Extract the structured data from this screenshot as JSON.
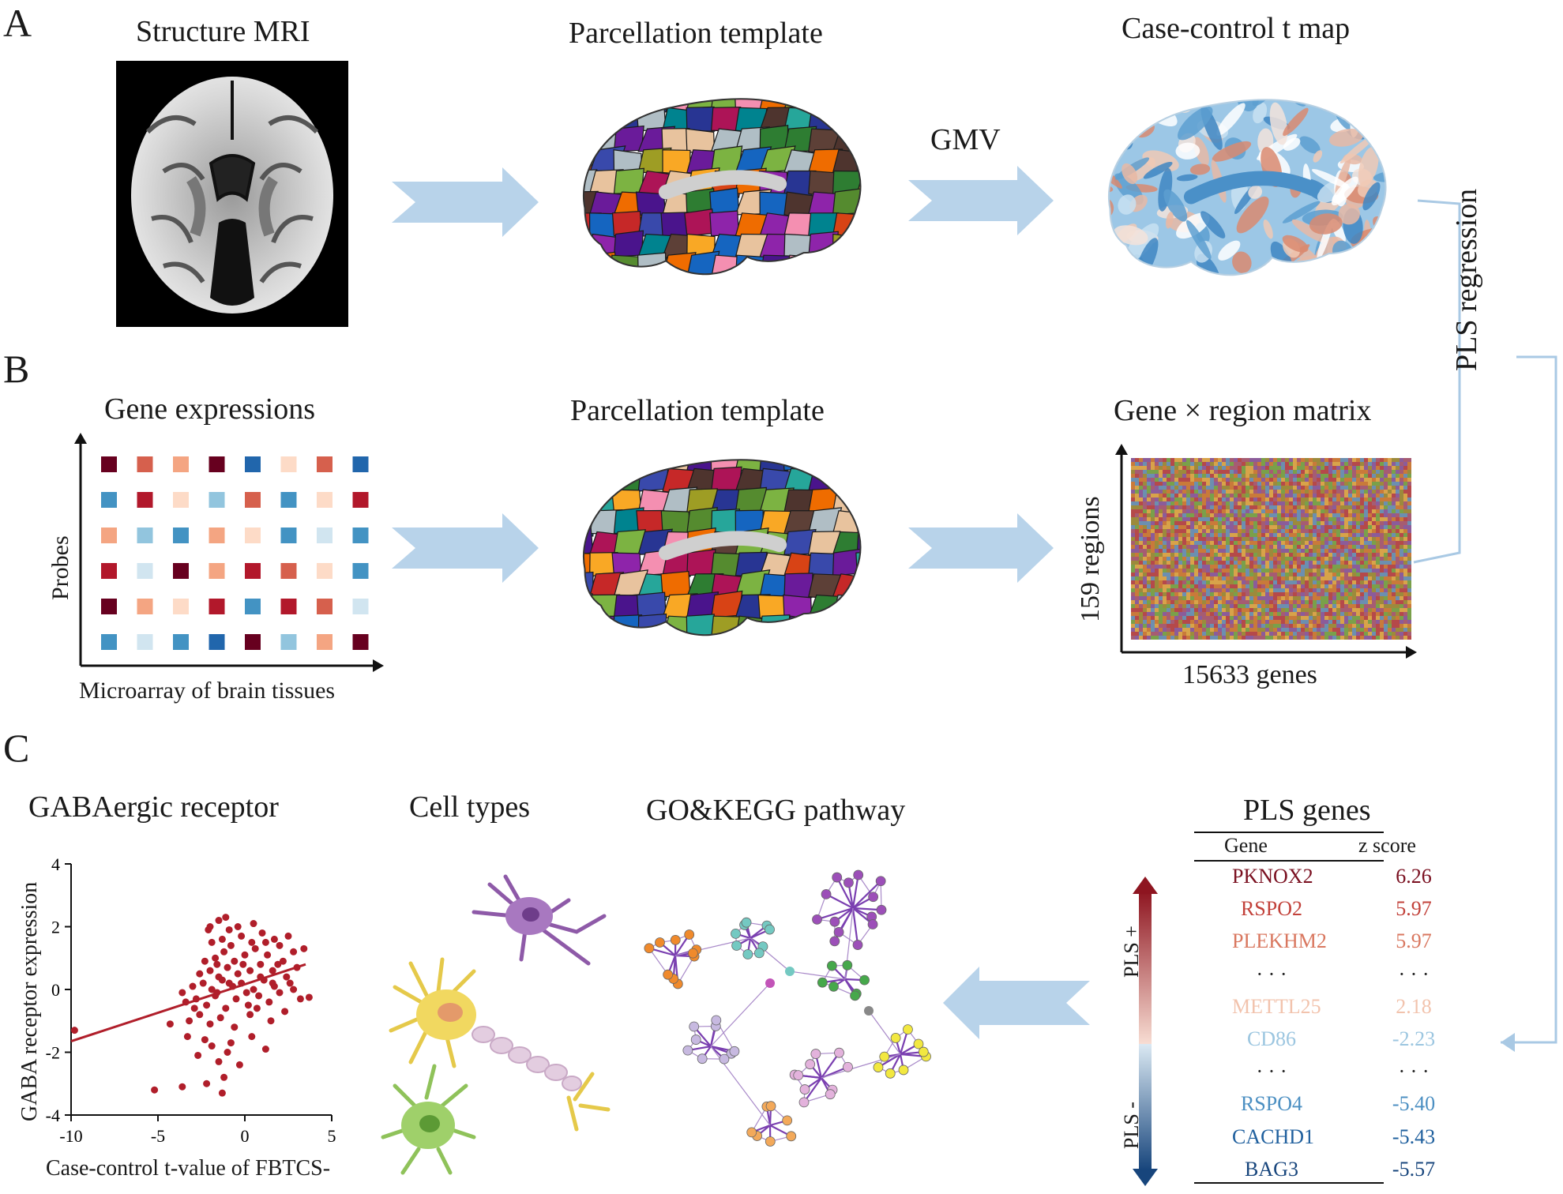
{
  "panels": {
    "a": "A",
    "b": "B",
    "c": "C"
  },
  "row_a": {
    "mri_title": "Structure MRI",
    "template_title": "Parcellation template",
    "arrow_label": "GMV",
    "tmap_title": "Case-control t map"
  },
  "row_b": {
    "gene_title": "Gene expressions",
    "gene_ylabel": "Probes",
    "gene_xlabel": "Microarray of brain tissues",
    "template_title": "Parcellation template",
    "matrix_title": "Gene × region matrix",
    "matrix_ylabel": "159 regions",
    "matrix_xlabel": "15633 genes"
  },
  "side_label": "PLS regression",
  "row_c": {
    "gaba_title": "GABAergic receptor",
    "cell_title": "Cell types",
    "go_title": "GO&KEGG pathway",
    "pls_title": "PLS genes"
  },
  "colors": {
    "arrow": "#b8d3ea",
    "dark_red": "#6b0f1a",
    "red": "#b2182b",
    "salmon": "#d6604d",
    "peach": "#f4a582",
    "pale_red": "#fddbc7",
    "pale_blue": "#d1e5f0",
    "light_blue": "#92c5de",
    "blue": "#4393c3",
    "dark_blue": "#2166ac",
    "navy": "#053061"
  },
  "gene_grid": [
    [
      "navy-ish-0",
      "#67001f",
      "#d6604d",
      "#f4a582",
      "#67001f",
      "#2166ac",
      "#fddbc7",
      "#d6604d",
      "#2166ac"
    ],
    [
      "row1",
      "#4393c3",
      "#b2182b",
      "#fddbc7",
      "#92c5de",
      "#d6604d",
      "#4393c3",
      "#fddbc7",
      "#b2182b"
    ],
    [
      "row2",
      "#f4a582",
      "#92c5de",
      "#4393c3",
      "#f4a582",
      "#fddbc7",
      "#4393c3",
      "#d1e5f0",
      "#4393c3"
    ],
    [
      "row3",
      "#b2182b",
      "#d1e5f0",
      "#67001f",
      "#f4a582",
      "#b2182b",
      "#d6604d",
      "#fddbc7",
      "#4393c3"
    ],
    [
      "row4",
      "#67001f",
      "#f4a582",
      "#fddbc7",
      "#b2182b",
      "#4393c3",
      "#b2182b",
      "#d6604d",
      "#d1e5f0"
    ],
    [
      "row5",
      "#4393c3",
      "#d1e5f0",
      "#4393c3",
      "#2166ac",
      "#67001f",
      "#92c5de",
      "#f4a582",
      "#67001f"
    ]
  ],
  "pls_table": {
    "col_gene": "Gene",
    "col_z": "z score",
    "pos_label": "PLS +",
    "neg_label": "PLS -",
    "rows": [
      {
        "gene": "PKNOX2",
        "z": "6.26",
        "color": "#7a1020"
      },
      {
        "gene": "RSPO2",
        "z": "5.97",
        "color": "#c2413a"
      },
      {
        "gene": "PLEKHM2",
        "z": "5.97",
        "color": "#d9775f"
      },
      {
        "gene": "· · ·",
        "z": "· · ·",
        "color": "#222222"
      },
      {
        "gene": "METTL25",
        "z": "2.18",
        "color": "#f2c3ad"
      },
      {
        "gene": "CD86",
        "z": "-2.23",
        "color": "#9cc6e0"
      },
      {
        "gene": "· · ·",
        "z": "· · ·",
        "color": "#222222"
      },
      {
        "gene": "RSPO4",
        "z": "-5.40",
        "color": "#4b8fc2"
      },
      {
        "gene": "CACHD1",
        "z": "-5.43",
        "color": "#20609e"
      },
      {
        "gene": "BAG3",
        "z": "-5.57",
        "color": "#17457c"
      }
    ]
  },
  "chart_data": {
    "type": "scatter",
    "title": "",
    "xlabel": "Case-control t-value of FBTCS-",
    "ylabel": "GABA receptor expression",
    "xlim": [
      -10,
      5
    ],
    "ylim": [
      -4,
      4
    ],
    "x_ticks": [
      "-10",
      "-5",
      "0",
      "5"
    ],
    "y_ticks": [
      "4",
      "2",
      "0",
      "-2",
      "-4"
    ],
    "fit_line": {
      "x": [
        -10,
        3.5
      ],
      "y": [
        -1.65,
        0.8
      ]
    },
    "points": [
      [
        -9.8,
        -1.3
      ],
      [
        -5.2,
        -3.2
      ],
      [
        -3.6,
        -3.1
      ],
      [
        -2.2,
        -3.0
      ],
      [
        -1.3,
        -3.3
      ],
      [
        -1.2,
        -2.8
      ],
      [
        -2.7,
        -2.1
      ],
      [
        -1.5,
        -2.3
      ],
      [
        -1.0,
        -2.0
      ],
      [
        -0.3,
        -2.4
      ],
      [
        -3.3,
        -1.5
      ],
      [
        -2.3,
        -1.6
      ],
      [
        -1.9,
        -1.8
      ],
      [
        -0.8,
        -1.7
      ],
      [
        0.4,
        -1.5
      ],
      [
        1.2,
        -1.9
      ],
      [
        -4.3,
        -1.1
      ],
      [
        -3.2,
        -1.0
      ],
      [
        -2.6,
        -0.8
      ],
      [
        -2.0,
        -1.1
      ],
      [
        -1.4,
        -0.9
      ],
      [
        -0.6,
        -1.2
      ],
      [
        0.3,
        -0.8
      ],
      [
        1.5,
        -1.0
      ],
      [
        2.3,
        -0.7
      ],
      [
        3.2,
        -0.3
      ],
      [
        3.7,
        -0.25
      ],
      [
        -3.4,
        -0.4
      ],
      [
        -2.8,
        -0.3
      ],
      [
        -2.2,
        -0.5
      ],
      [
        -1.7,
        -0.2
      ],
      [
        -1.1,
        -0.6
      ],
      [
        -0.5,
        -0.3
      ],
      [
        0.2,
        -0.5
      ],
      [
        0.8,
        -0.2
      ],
      [
        1.4,
        -0.4
      ],
      [
        2.0,
        -0.1
      ],
      [
        2.8,
        0.0
      ],
      [
        -3.0,
        0.1
      ],
      [
        -2.4,
        0.2
      ],
      [
        -1.9,
        0.0
      ],
      [
        -1.3,
        0.3
      ],
      [
        -0.7,
        0.1
      ],
      [
        -0.2,
        0.2
      ],
      [
        0.5,
        0.0
      ],
      [
        1.1,
        0.3
      ],
      [
        1.7,
        0.1
      ],
      [
        2.4,
        0.4
      ],
      [
        -2.6,
        0.5
      ],
      [
        -2.0,
        0.6
      ],
      [
        -1.5,
        0.4
      ],
      [
        -1.0,
        0.7
      ],
      [
        -0.4,
        0.5
      ],
      [
        0.3,
        0.6
      ],
      [
        0.9,
        0.8
      ],
      [
        1.6,
        0.6
      ],
      [
        2.2,
        0.9
      ],
      [
        3.0,
        0.7
      ],
      [
        -2.3,
        0.9
      ],
      [
        -1.7,
        1.0
      ],
      [
        -1.2,
        1.2
      ],
      [
        -0.6,
        0.9
      ],
      [
        0.0,
        1.1
      ],
      [
        0.6,
        1.3
      ],
      [
        1.3,
        1.1
      ],
      [
        2.0,
        1.4
      ],
      [
        2.8,
        1.2
      ],
      [
        3.4,
        1.3
      ],
      [
        -1.9,
        1.5
      ],
      [
        -1.3,
        1.6
      ],
      [
        -0.8,
        1.4
      ],
      [
        -0.2,
        1.7
      ],
      [
        0.4,
        1.5
      ],
      [
        1.0,
        1.8
      ],
      [
        1.7,
        1.6
      ],
      [
        2.5,
        1.7
      ],
      [
        -2.1,
        1.9
      ],
      [
        -1.5,
        2.2
      ],
      [
        -1.1,
        2.3
      ],
      [
        -0.4,
        2.0
      ],
      [
        0.5,
        2.1
      ],
      [
        -2.0,
        2.0
      ],
      [
        -0.9,
        1.9
      ],
      [
        1.6,
        0.2
      ],
      [
        -1.6,
        -0.1
      ],
      [
        0.1,
        -0.1
      ],
      [
        -0.9,
        0.2
      ],
      [
        1.9,
        0.8
      ],
      [
        -2.9,
        -0.6
      ],
      [
        0.7,
        -0.6
      ],
      [
        2.6,
        0.2
      ],
      [
        -3.6,
        -0.1
      ],
      [
        -1.6,
        0.8
      ],
      [
        0.9,
        0.4
      ],
      [
        -0.1,
        0.8
      ],
      [
        1.2,
        1.5
      ]
    ]
  }
}
